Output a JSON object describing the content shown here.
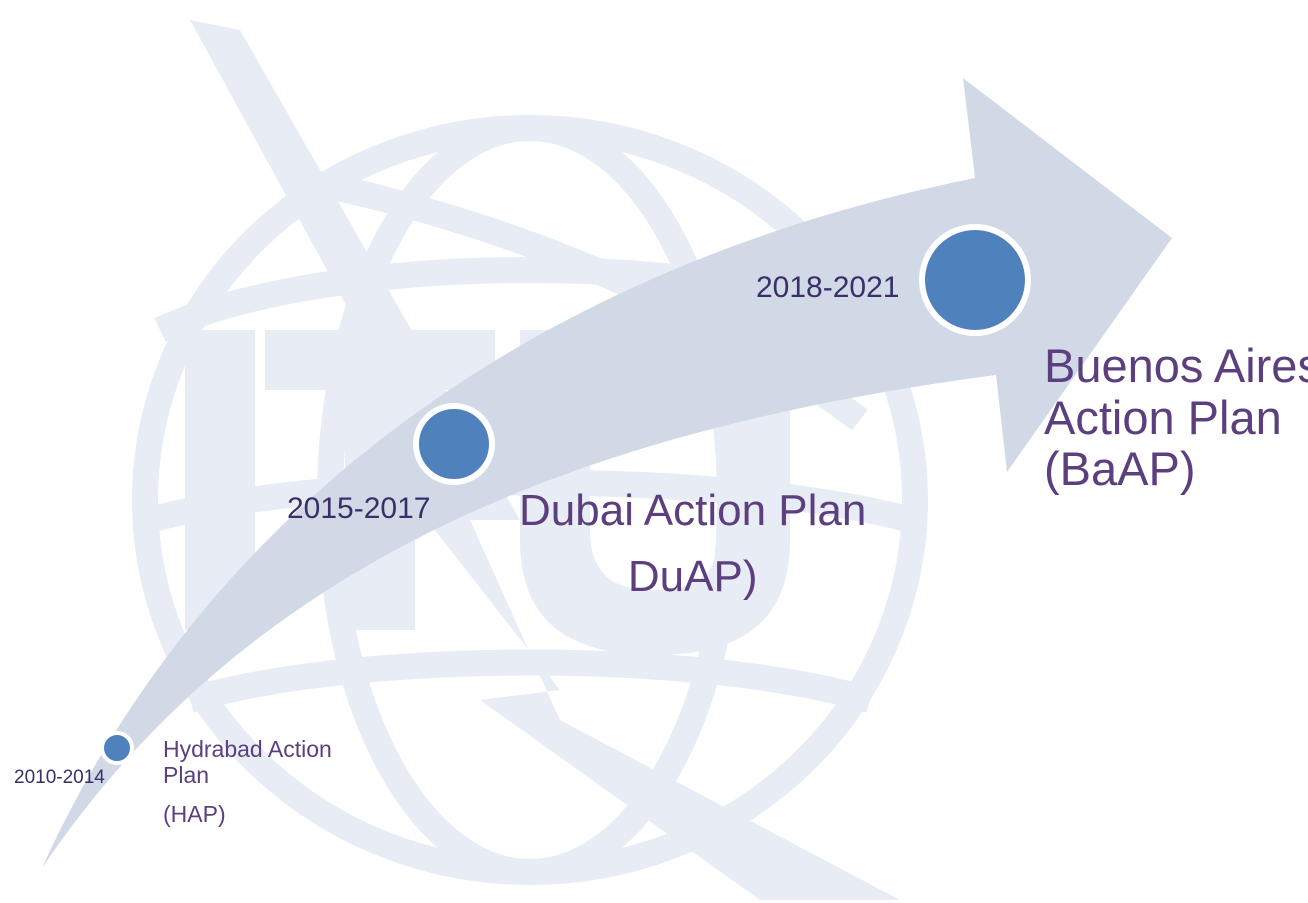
{
  "colors": {
    "arrow": "#d2d9e6",
    "watermark": "#e7ecf5",
    "marker": "#4f81bd",
    "marker_ring": "#ffffff",
    "year_text": "#3a2f68",
    "plan_text": "#5b3f7e"
  },
  "watermark": {
    "icon": "itu-logo-watermark",
    "text": "ITU"
  },
  "milestones": [
    {
      "years": "2010-2014",
      "plan_line1": "Hydrabad Action",
      "plan_line2": "Plan",
      "plan_line3": "(HAP)"
    },
    {
      "years": "2015-2017",
      "plan_line1": "Dubai Action Plan",
      "plan_line2": "DuAP)"
    },
    {
      "years": "2018-2021",
      "plan_line1": "Buenos Aires",
      "plan_line2": "Action Plan",
      "plan_line3": "(BaAP)"
    }
  ]
}
